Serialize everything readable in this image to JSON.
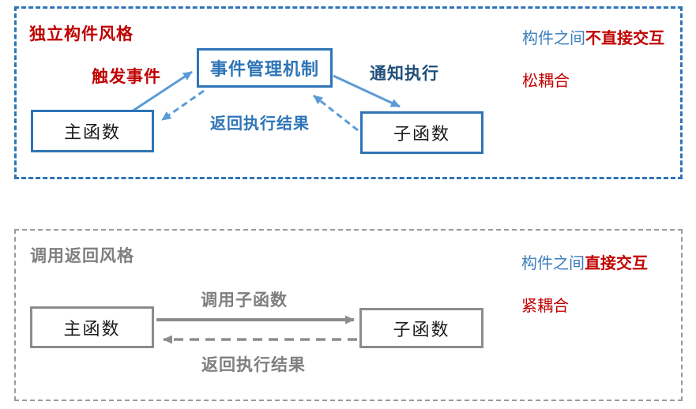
{
  "colors": {
    "blue_border": "#2E75B6",
    "blue_text": "#2E75B6",
    "arrow_blue": "#5B9BD5",
    "navy_text": "#1F4E79",
    "note_blue": "#3C7DBC",
    "red_text": "#C00000",
    "gray_border": "#9A9A9A",
    "gray_box_border": "#8C8C8C",
    "arrow_gray": "#8C8C8C",
    "gray_text": "#7F7F7F"
  },
  "top_panel": {
    "title": "独立构件风格",
    "boxes": {
      "event": "事件管理机制",
      "main": "主函数",
      "sub": "子函数"
    },
    "labels": {
      "trigger": "触发事件",
      "notify": "通知执行",
      "return": "返回执行结果"
    },
    "notes": [
      {
        "prefix": "构件之间",
        "emphasis": "不直接交互"
      },
      {
        "text": "松耦合"
      }
    ]
  },
  "bottom_panel": {
    "title": "调用返回风格",
    "boxes": {
      "main": "主函数",
      "sub": "子函数"
    },
    "labels": {
      "call": "调用子函数",
      "return": "返回执行结果"
    },
    "notes": [
      {
        "prefix": "构件之间",
        "emphasis": "直接交互"
      },
      {
        "text": "紧耦合"
      }
    ]
  }
}
